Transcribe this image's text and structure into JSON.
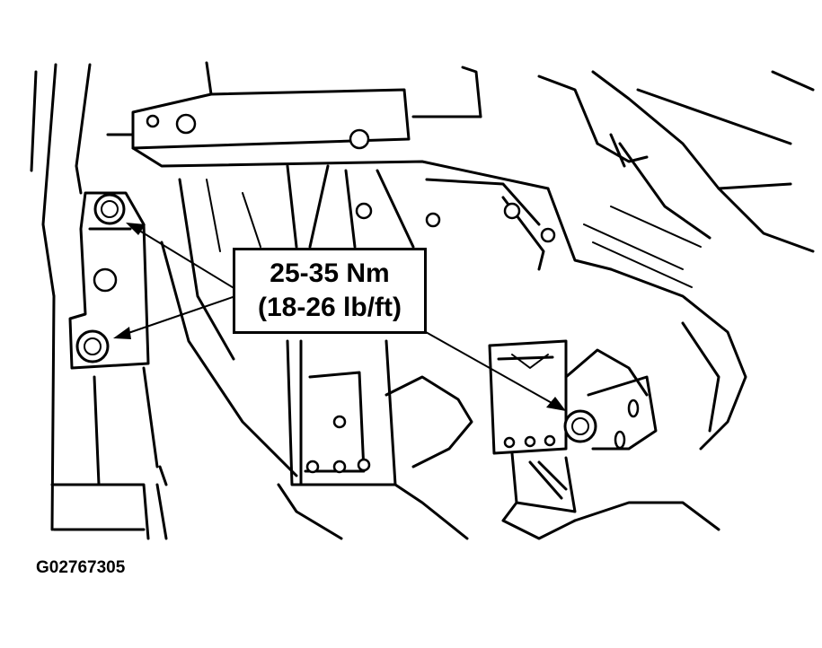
{
  "callout": {
    "metric": "25-35 Nm",
    "imperial": "(18-26 lb/ft)"
  },
  "figure": {
    "id": "G02767305"
  },
  "colors": {
    "line": "#000000",
    "background": "#ffffff"
  }
}
